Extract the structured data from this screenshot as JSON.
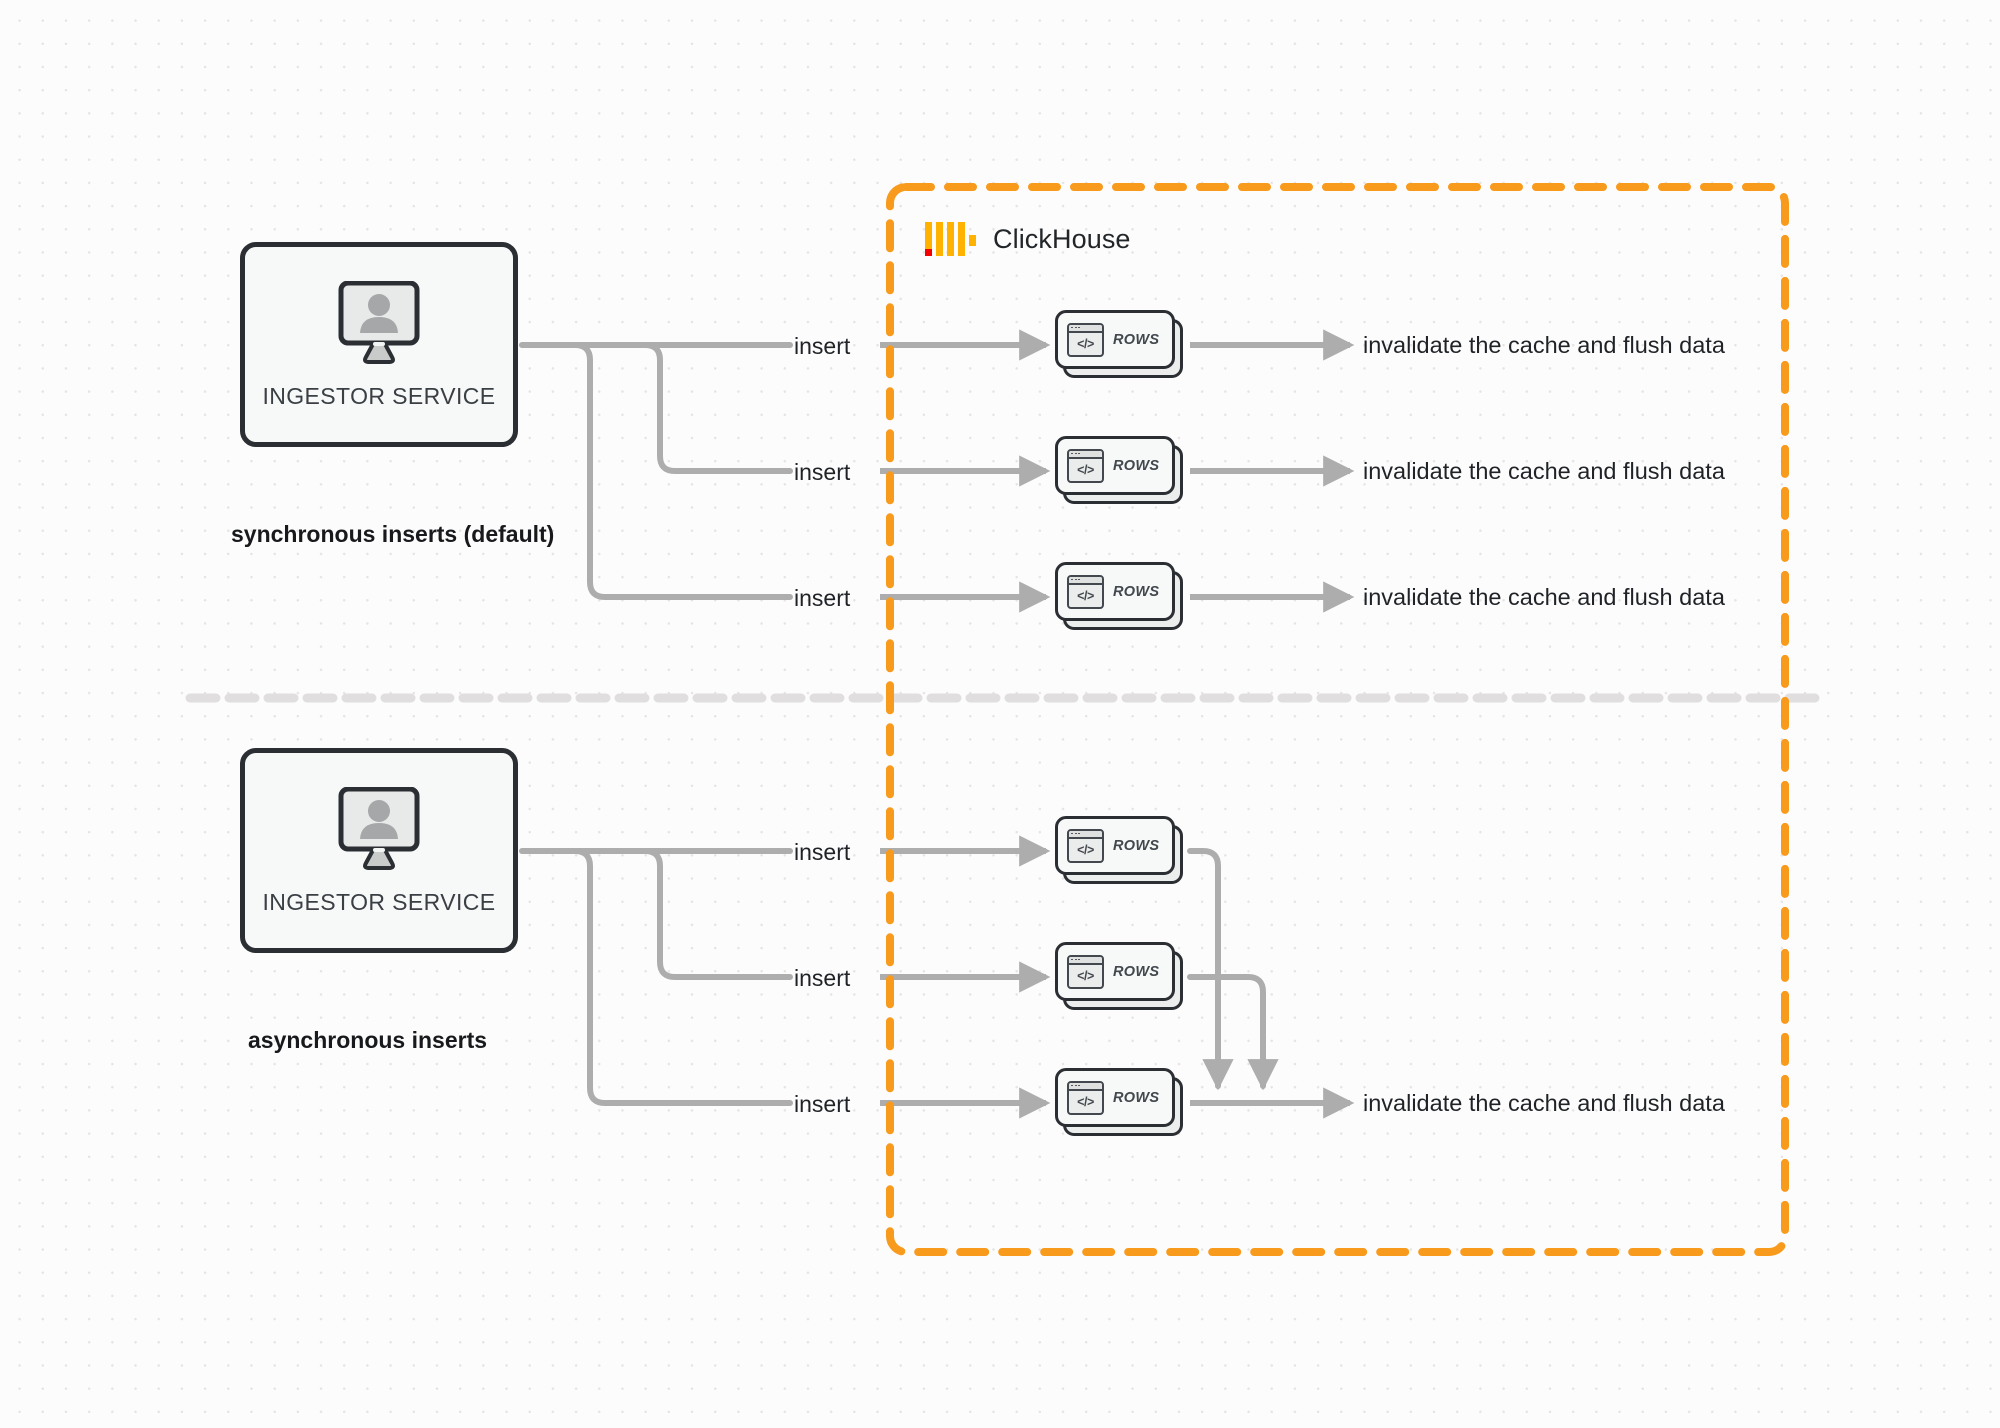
{
  "diagram": {
    "title": "ClickHouse synchronous vs asynchronous inserts",
    "brand": {
      "name": "ClickHouse",
      "logo_icon": "clickhouse-logo-icon",
      "accent_color": "#ffb300",
      "accent_red": "#f50000"
    },
    "boundary": {
      "label": "ClickHouse",
      "style": "dashed",
      "color": "#f89a1c"
    },
    "sections": [
      {
        "id": "synchronous",
        "mode_label": "synchronous inserts (default)",
        "source": {
          "label": "INGESTOR SERVICE",
          "icon": "monitor-user-icon"
        },
        "flows": [
          {
            "insert_label": "insert",
            "node_label": "ROWS",
            "node_icon": "code-window-icon",
            "result_label": "invalidate the cache and flush data"
          },
          {
            "insert_label": "insert",
            "node_label": "ROWS",
            "node_icon": "code-window-icon",
            "result_label": "invalidate the cache and flush data"
          },
          {
            "insert_label": "insert",
            "node_label": "ROWS",
            "node_icon": "code-window-icon",
            "result_label": "invalidate the cache and flush data"
          }
        ]
      },
      {
        "id": "asynchronous",
        "mode_label": "asynchronous inserts",
        "source": {
          "label": "INGESTOR SERVICE",
          "icon": "monitor-user-icon"
        },
        "flows": [
          {
            "insert_label": "insert",
            "node_label": "ROWS",
            "node_icon": "code-window-icon"
          },
          {
            "insert_label": "insert",
            "node_label": "ROWS",
            "node_icon": "code-window-icon"
          },
          {
            "insert_label": "insert",
            "node_label": "ROWS",
            "node_icon": "code-window-icon"
          }
        ],
        "merged_result_label": "invalidate the cache and flush data"
      }
    ],
    "colors": {
      "edge": "#adadad",
      "node_border": "#2b2f33",
      "node_fill": "#f7f8f8",
      "text": "#1f2327",
      "grid_dot": "#e6e3e3",
      "divider": "#e0dede"
    }
  }
}
